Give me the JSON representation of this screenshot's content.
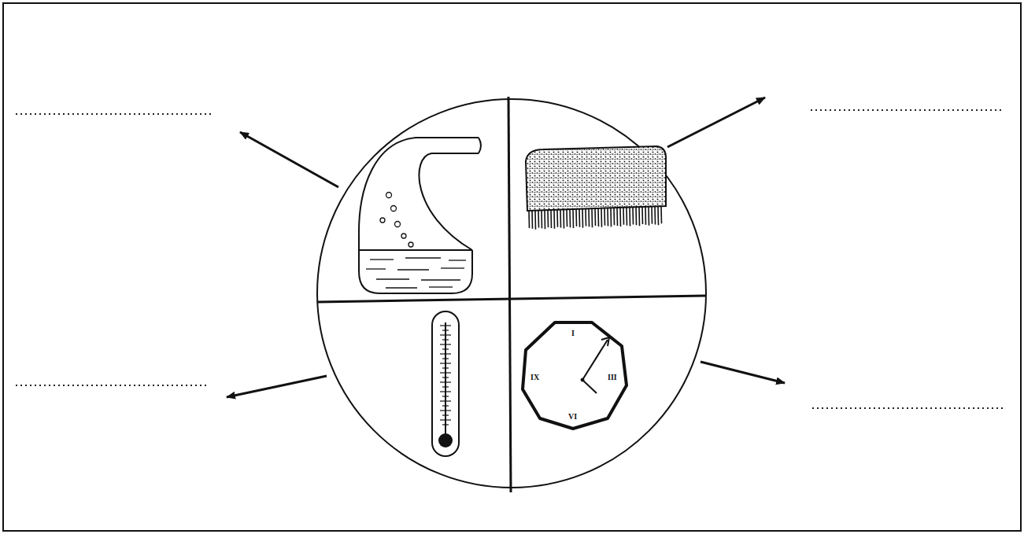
{
  "diagram": {
    "labels": [
      "I",
      "III",
      "VI",
      "IX"
    ]
  }
}
